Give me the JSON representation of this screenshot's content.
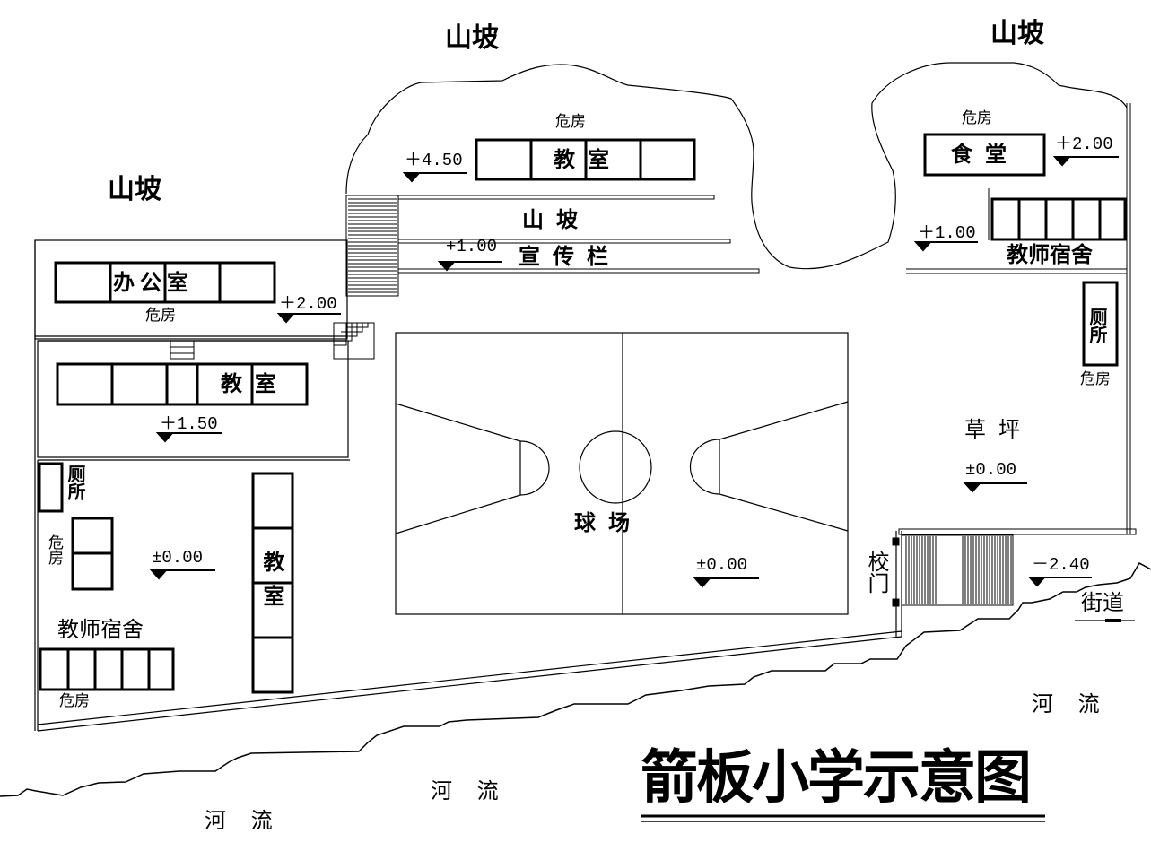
{
  "title": "箭板小学示意图",
  "slopes": {
    "top_center": "山坡",
    "top_right": "山坡",
    "left": "山坡",
    "middle_band": "山坡"
  },
  "bulletin": "宣传栏",
  "buildings": {
    "office": "办公室",
    "classroom_left": "教室",
    "classroom_top": "教室",
    "classroom_vertical": "教室",
    "canteen": "食堂",
    "dorm_right": "教师宿舍",
    "dorm_left": "教师宿舍",
    "toilet_right": "厕所",
    "toilet_left": "厕所"
  },
  "court": "球场",
  "lawn": "草坪",
  "gate": "校门",
  "street": "街道",
  "river": [
    "河 流",
    "河 流",
    "河 流"
  ],
  "danger": "危房",
  "elevations": {
    "top_classroom": "＋4.50",
    "bulletin": "+1.00",
    "office": "＋2.00",
    "left_classroom": "＋1.50",
    "canteen": "＋2.00",
    "dorm_right": "＋1.00",
    "lawn": "±0.00",
    "left_yard": "±0.00",
    "court": "±0.00",
    "street": "－2.40"
  }
}
